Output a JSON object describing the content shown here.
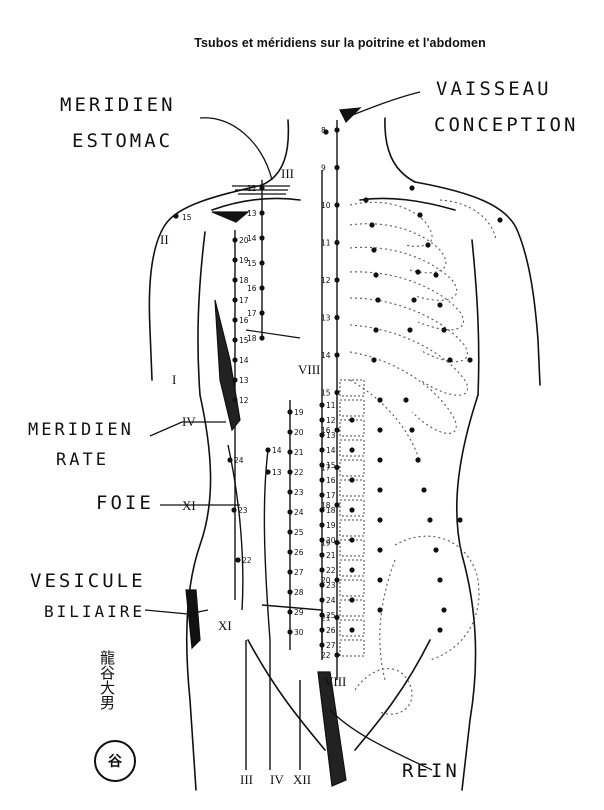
{
  "title": "Tsubos et méridiens sur la poitrine et l'abdomen",
  "labels": {
    "meridien_estomac": [
      "MERIDIEN",
      "ESTOMAC"
    ],
    "vaisseau_conception": [
      "VAISSEAU",
      "CONCEPTION"
    ],
    "meridien_rate": [
      "MERIDIEN",
      "RATE"
    ],
    "foie": "FOIE",
    "vesicule_biliaire": [
      "VESICULE",
      "BILIAIRE"
    ],
    "rein": "REIN"
  },
  "roman_labels": {
    "stomach": "III",
    "lung": "II",
    "arm_left": "I",
    "spleen": "IV",
    "liver": "XI",
    "gallbladder": "XI",
    "kidney_mid": "VIII",
    "kidney_low": "VIII",
    "bottom": [
      "III",
      "IV",
      "XII"
    ]
  },
  "point_numbers": {
    "conception": [
      "8",
      "9",
      "10",
      "11",
      "12",
      "13",
      "14",
      "15",
      "16",
      "17",
      "18",
      "19",
      "20",
      "21",
      "22"
    ],
    "stomach_upper": [
      "12",
      "13",
      "14",
      "15",
      "16",
      "17",
      "18"
    ],
    "stomach_lower": [
      "19",
      "20",
      "21",
      "22",
      "23",
      "24",
      "25",
      "26",
      "27",
      "28",
      "29",
      "30"
    ],
    "spleen": [
      "20",
      "19",
      "18",
      "17",
      "16",
      "15",
      "14",
      "13",
      "12"
    ],
    "liver": [
      "14",
      "13"
    ],
    "gallbladder": [
      "24",
      "23",
      "22"
    ],
    "kidney": [
      "11",
      "12",
      "13",
      "14",
      "15",
      "16",
      "17",
      "18",
      "19",
      "20",
      "21",
      "22",
      "23",
      "24",
      "25",
      "26",
      "27"
    ]
  },
  "signature": {
    "name_kanji": "龍谷大男",
    "seal_glyph": "谷"
  }
}
